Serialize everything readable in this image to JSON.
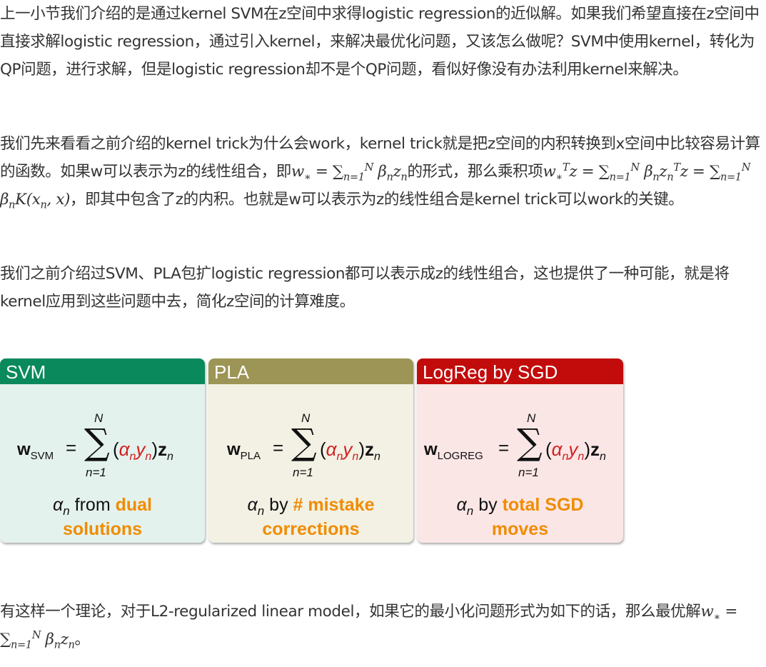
{
  "paragraphs": {
    "p1": "上一小节我们介绍的是通过kernel SVM在z空间中求得logistic regression的近似解。如果我们希望直接在z空间中直接求解logistic regression，通过引入kernel，来解决最优化问题，又该怎么做呢？SVM中使用kernel，转化为QP问题，进行求解，但是logistic regression却不是个QP问题，看似好像没有办法利用kernel来解决。",
    "p2_a": "我们先来看看之前介绍的kernel trick为什么会work，kernel trick就是把z空间的内积转换到x空间中比较容易计算的函数。如果w可以表示为z的线性组合，即",
    "p2_b": "的形式，那么乘积项",
    "p2_c": "，即其中包含了z的内积。也就是w可以表示为z的线性组合是kernel trick可以work的关键。",
    "p3": "我们之前介绍过SVM、PLA包扩logistic regression都可以表示成z的线性组合，这也提供了一种可能，就是将kernel应用到这些问题中去，简化z空间的计算难度。",
    "p4_a": "有这样一个理论，对于L2-regularized linear model，如果它的最小化问题形式为如下的话，那么最优解",
    "p4_b": "。"
  },
  "panels": [
    {
      "title": "SVM",
      "header_color": "#0a8a5c",
      "body_color": "#e4f2ee",
      "w_main": "w",
      "w_sub": "SVM",
      "eq": "=",
      "sigma": "∑",
      "upper": "N",
      "lower": "n=1",
      "open": "(",
      "alpha": "α",
      "n1": "n",
      "y": "y",
      "n2": "n",
      "close": ")",
      "z": "z",
      "n3": "n",
      "cap_alpha": "α",
      "cap_n": "n",
      "cap_plain": " from ",
      "cap_hl1": "dual",
      "cap_hl2": "solutions"
    },
    {
      "title": "PLA",
      "header_color": "#9c9556",
      "body_color": "#f2f1e4",
      "w_main": "w",
      "w_sub": "PLA",
      "eq": "=",
      "sigma": "∑",
      "upper": "N",
      "lower": "n=1",
      "open": "(",
      "alpha": "α",
      "n1": "n",
      "y": "y",
      "n2": "n",
      "close": ")",
      "z": "z",
      "n3": "n",
      "cap_alpha": "α",
      "cap_n": "n",
      "cap_plain": " by ",
      "cap_hl1": "# mistake",
      "cap_hl2": "corrections"
    },
    {
      "title": "LogReg by SGD",
      "header_color": "#c20b0b",
      "body_color": "#fbe6e6",
      "w_main": "w",
      "w_sub": "LOGREG",
      "eq": "=",
      "sigma": "∑",
      "upper": "N",
      "lower": "n=1",
      "open": "(",
      "alpha": "α",
      "n1": "n",
      "y": "y",
      "n2": "n",
      "close": ")",
      "z": "z",
      "n3": "n",
      "cap_alpha": "α",
      "cap_n": "n",
      "cap_plain": " by ",
      "cap_hl1": "total SGD",
      "cap_hl2": "moves"
    }
  ]
}
